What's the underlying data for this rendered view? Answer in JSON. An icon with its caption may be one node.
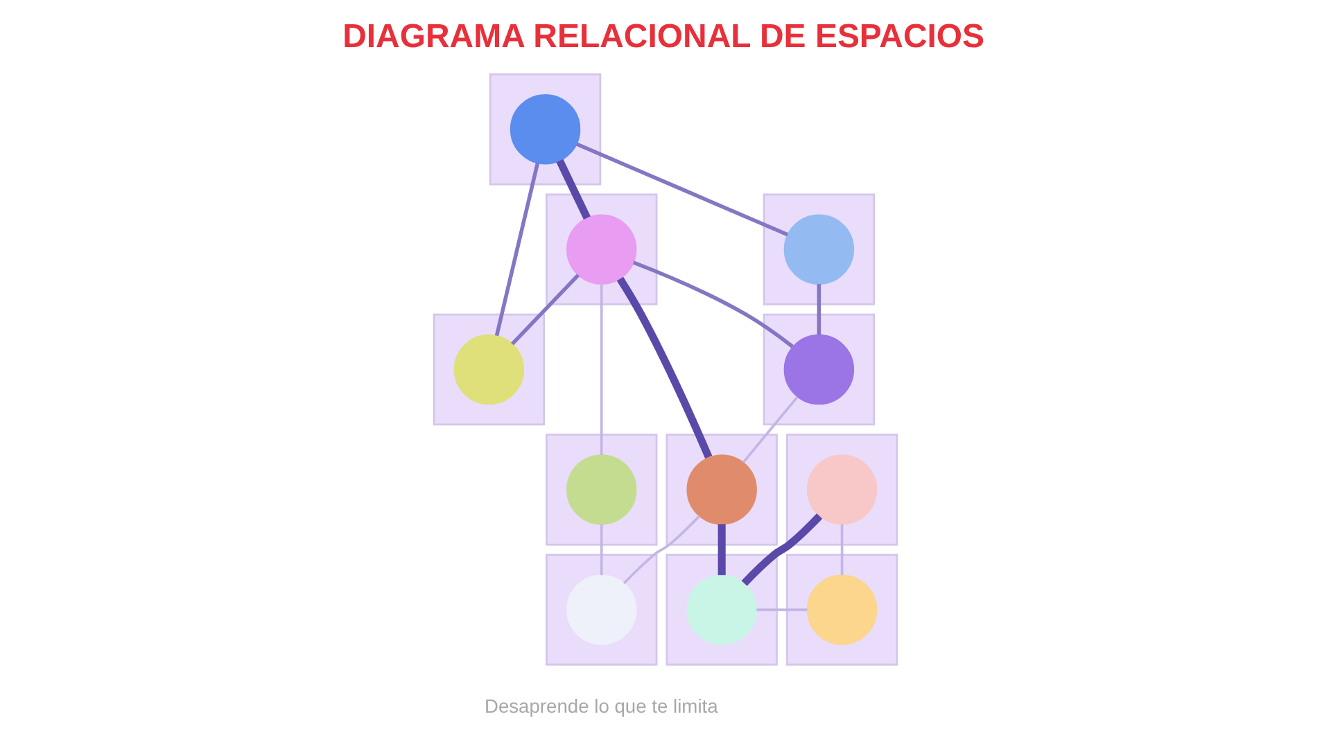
{
  "diagram": {
    "title": "DIAGRAMA RELACIONAL DE ESPACIOS",
    "nodes": [
      {
        "text": [],
        "shape": "box"
      },
      {
        "text": [],
        "shape": "circle",
        "in": 0
      },
      {
        "text": [],
        "shape": "box"
      },
      {
        "text": [],
        "shape": "circle",
        "in": 2
      },
      {
        "text": [],
        "shape": "box"
      },
      {
        "text": [],
        "shape": "circle",
        "in": 4
      },
      {
        "text": [],
        "shape": "box"
      },
      {
        "text": [],
        "shape": "circle",
        "in": 6
      },
      {
        "text": [],
        "shape": "box"
      },
      {
        "text": [],
        "shape": "circle",
        "in": 8
      },
      {
        "text": [],
        "shape": "box"
      },
      {
        "text": [],
        "shape": "circle",
        "in": 10
      },
      {
        "text": [],
        "shape": "box"
      },
      {
        "text": [],
        "shape": "circle",
        "in": 12
      },
      {
        "text": [],
        "shape": "box"
      },
      {
        "text": [],
        "shape": "circle",
        "in": 14
      },
      {
        "text": [],
        "shape": "box"
      },
      {
        "text": [],
        "shape": "circle",
        "in": 16
      },
      {
        "text": [],
        "shape": "box"
      },
      {
        "text": [],
        "shape": "circle",
        "in": 18
      },
      {
        "text": [],
        "shape": "box"
      },
      {
        "text": [],
        "shape": "circle",
        "in": 20
      }
    ],
    "edges": [
      {
        "from": 1,
        "to": 5,
        "arrow": "none",
        "style": "thick",
        "color": "#5a49a8"
      },
      {
        "from": 1,
        "to": 3,
        "arrow": "none",
        "color": "#8576c4"
      },
      {
        "from": 1,
        "to": 7,
        "arrow": "none",
        "color": "#8576c4"
      },
      {
        "from": 5,
        "to": 7,
        "arrow": "none",
        "color": "#8576c4"
      },
      {
        "from": 5,
        "to": 9,
        "arrow": "none",
        "color": "#8576c4"
      },
      {
        "from": 3,
        "to": 9,
        "arrow": "none",
        "color": "#8576c4"
      },
      {
        "from": 5,
        "to": 11,
        "arrow": "none",
        "style": "thick",
        "color": "#5a49a8"
      },
      {
        "from": 5,
        "to": 15,
        "arrow": "none"
      },
      {
        "from": 9,
        "to": 11,
        "arrow": "none"
      },
      {
        "from": 11,
        "to": 17,
        "arrow": "none"
      },
      {
        "from": 15,
        "to": 17,
        "arrow": "none"
      },
      {
        "from": 11,
        "to": 19,
        "arrow": "none",
        "style": "thick",
        "color": "#5a49a8"
      },
      {
        "from": 13,
        "to": 19,
        "arrow": "none",
        "style": "thick",
        "color": "#5a49a8"
      },
      {
        "from": 13,
        "to": 21,
        "arrow": "none"
      },
      {
        "from": 19,
        "to": 21,
        "arrow": "none"
      }
    ],
    "labels": [
      "Desaprende lo que te limita"
    ]
  }
}
